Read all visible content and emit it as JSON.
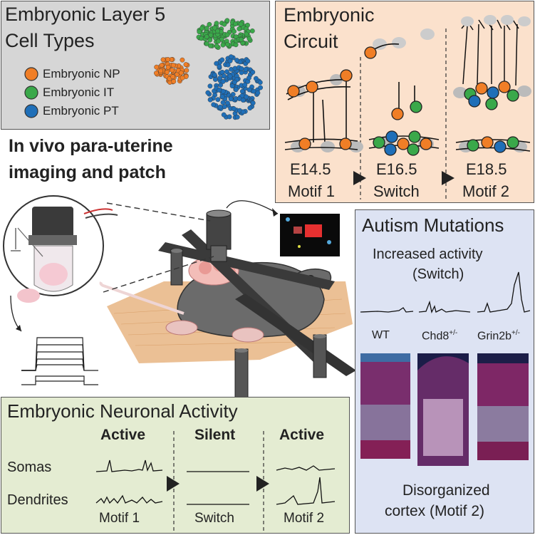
{
  "cell_types": {
    "title_line1": "Embryonic Layer 5",
    "title_line2": "Cell Types",
    "legend": [
      {
        "label": "Embryonic NP",
        "color": "#f07e26"
      },
      {
        "label": "Embryonic IT",
        "color": "#3aa84a"
      },
      {
        "label": "Embryonic PT",
        "color": "#1f6fb8"
      }
    ]
  },
  "circuit": {
    "title_line1": "Embryonic",
    "title_line2": "Circuit",
    "stages": [
      {
        "age": "E14.5",
        "label": "Motif 1"
      },
      {
        "age": "E16.5",
        "label": "Switch"
      },
      {
        "age": "E18.5",
        "label": "Motif 2"
      }
    ]
  },
  "imaging": {
    "title_line1": "In vivo para-uterine",
    "title_line2": "imaging and patch"
  },
  "autism": {
    "title": "Autism Mutations",
    "subtitle_line1": "Increased activity",
    "subtitle_line2": "(Switch)",
    "genotypes": [
      {
        "name": "WT",
        "sup": ""
      },
      {
        "name": "Chd8",
        "sup": "+/-"
      },
      {
        "name": "Grin2b",
        "sup": "+/-"
      }
    ],
    "footer_line1": "Disorganized",
    "footer_line2": "cortex (Motif 2)"
  },
  "activity": {
    "title": "Embryonic Neuronal Activity",
    "row_somas": "Somas",
    "row_dendrites": "Dendrites",
    "states": [
      "Active",
      "Silent",
      "Active"
    ],
    "motifs": [
      "Motif 1",
      "Switch",
      "Motif 2"
    ]
  },
  "colors": {
    "np": "#f07e26",
    "it": "#3aa84a",
    "pt": "#1f6fb8",
    "panel_gray": "#d6d6d6",
    "panel_peach": "#fbe1cc",
    "panel_blue": "#dde3f3",
    "panel_green": "#e4ecd2"
  }
}
